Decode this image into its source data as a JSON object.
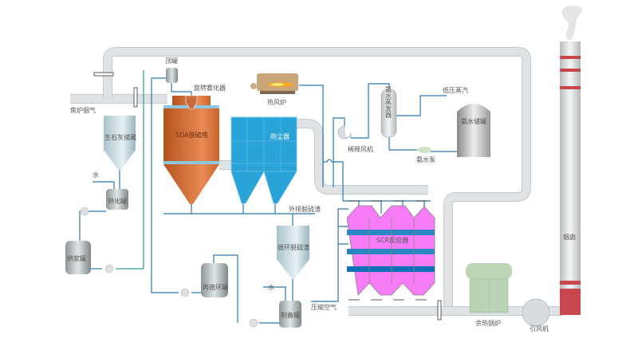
{
  "labels": {
    "coke_flue_gas": "焦炉烟气",
    "top_tank": "顶罐",
    "rotary_atomizer": "旋转雾化器",
    "hot_air_furnace": "热风炉",
    "lime_storage": "生石灰储藏",
    "sda_tower": "SDA脱硫塔",
    "dust_collector": "除尘器",
    "water_1": "水",
    "slaking_tank": "熟化罐",
    "discharge_slag": "外排脱硫渣",
    "slurry_tank": "供浆罐",
    "recycle_slag": "循环脱硫渣",
    "recirculation_tank": "再循环罐",
    "water_2": "水",
    "preparation_tank": "制备罐",
    "compressed_air": "压缩空气",
    "scr_reactor": "SCR反应器",
    "dilution_fan": "稀释风机",
    "ammonia_evaporator": "氨水蒸发器",
    "low_pressure_steam": "低压蒸汽",
    "ammonia_storage": "氨水储罐",
    "ammonia_pump": "氨水泵",
    "waste_heat_boiler": "余热锅炉",
    "induced_draft_fan": "引风机",
    "chimney": "烟囱"
  },
  "colors": {
    "sda": "#d2692f",
    "dust_collector": "#2aa3d9",
    "scr": "#f57cf5",
    "scr_band": "#2a86c2",
    "boiler": "#b9d4b4",
    "chimney_band": "#c9474c",
    "flow_line": "#2a78ad",
    "slurry_line": "#2a9d8f"
  }
}
